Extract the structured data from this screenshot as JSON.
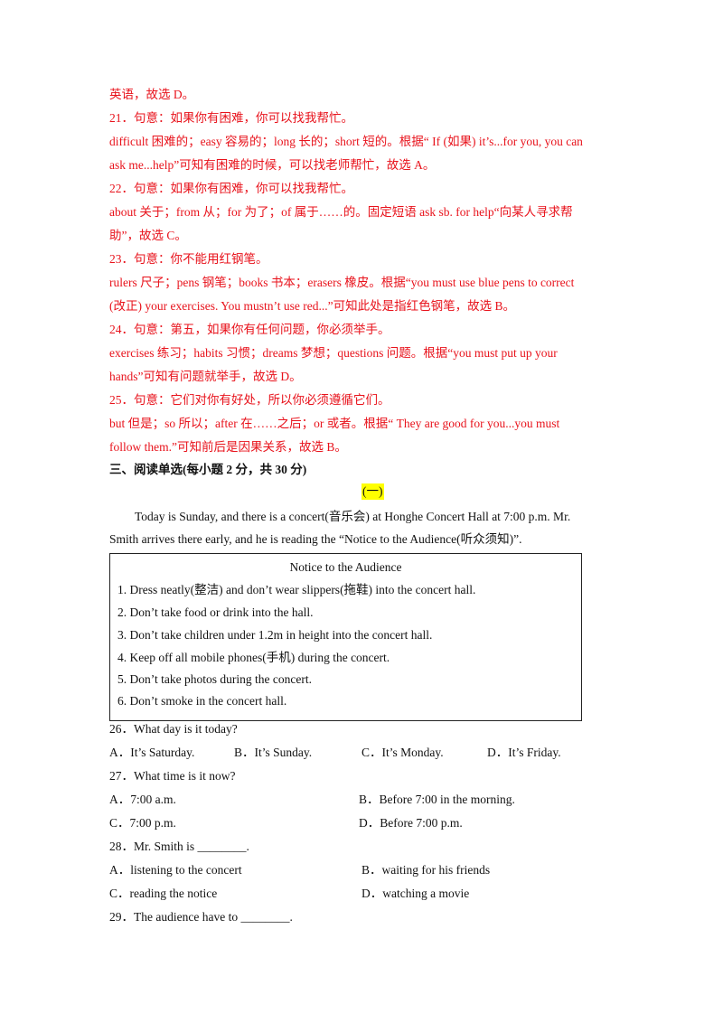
{
  "explanations": [
    "英语，故选 D。",
    "21．句意：如果你有困难，你可以找我帮忙。",
    "difficult 困难的；easy 容易的；long 长的；short 短的。根据“ If (如果) it’s...for you, you can",
    "ask me...help”可知有困难的时候，可以找老师帮忙，故选 A。",
    "22．句意：如果你有困难，你可以找我帮忙。",
    "about 关于；from 从；for 为了；of 属于……的。固定短语 ask sb. for help“向某人寻求帮",
    "助”，故选 C。",
    "23．句意：你不能用红钢笔。",
    "rulers 尺子；pens 钢笔；books 书本；erasers 橡皮。根据“you must use blue pens to correct",
    "(改正) your exercises. You mustn’t use red...”可知此处是指红色钢笔，故选 B。",
    "24．句意：第五，如果你有任何问题，你必须举手。",
    "exercises 练习；habits 习惯；dreams 梦想；questions 问题。根据“you must put up your",
    "hands”可知有问题就举手，故选 D。",
    "25．句意：它们对你有好处，所以你必须遵循它们。",
    "but 但是；so 所以；after 在……之后；or 或者。根据“ They are good for you...you must",
    "follow them.”可知前后是因果关系，故选 B。"
  ],
  "section_heading": "三、阅读单选(每小题 2 分，共 30 分)",
  "passage_marker": "(一)",
  "passage": [
    "Today is Sunday, and there is a concert(音乐会) at Honghe Concert Hall at 7:00 p.m. Mr.",
    "Smith arrives there early, and he is reading the “Notice to the Audience(听众须知)”."
  ],
  "notice": {
    "title": "Notice to the Audience",
    "items": [
      "1. Dress neatly(整洁) and don’t wear slippers(拖鞋) into the concert hall.",
      "2. Don’t take food or drink into the hall.",
      "3. Don’t take children under 1.2m in height into the concert hall.",
      "4. Keep off all mobile phones(手机) during the concert.",
      "5. Don’t take photos during the concert.",
      "6. Don’t smoke in the concert hall."
    ]
  },
  "questions": [
    {
      "stem": "26．What day is it today?",
      "options": [
        "A．It’s Saturday.",
        "B．It’s Sunday.",
        "C．It’s Monday.",
        "D．It’s Friday."
      ]
    },
    {
      "stem": "27．What time is it now?",
      "options": [
        "A．7:00 a.m.",
        "B．Before 7:00 in the morning.",
        "C．7:00 p.m.",
        "D．Before 7:00 p.m."
      ]
    },
    {
      "stem": "28．Mr. Smith is ________.",
      "options": [
        "A．listening to the concert",
        "B．waiting for his friends",
        "C．reading the notice",
        "D．watching a movie"
      ]
    },
    {
      "stem": "29．The audience have to ________.",
      "options": []
    }
  ]
}
